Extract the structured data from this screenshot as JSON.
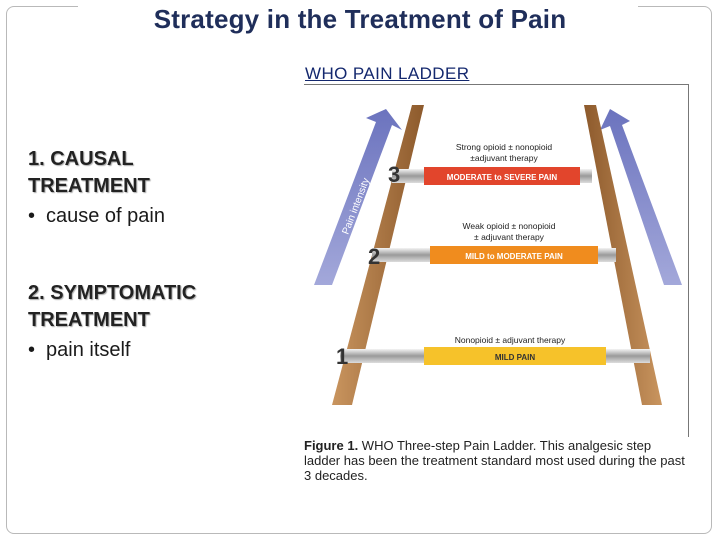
{
  "slide": {
    "title": "Strategy in the Treatment of Pain",
    "ladder_heading": "WHO PAIN LADDER"
  },
  "left": {
    "section1": {
      "title_line1": "1. CAUSAL",
      "title_line2": "TREATMENT",
      "bullet": "•",
      "item": "cause of pain"
    },
    "section2": {
      "title_line1": "2. SYMPTOMATIC",
      "title_line2": "TREATMENT",
      "bullet": "•",
      "item": "pain itself"
    }
  },
  "figure": {
    "arrow_label": "Pain intensity",
    "steps": [
      {
        "number": "3",
        "bar_label": "MODERATE to SEVERE PAIN",
        "therapy_line1": "Strong opioid ± nonopioid",
        "therapy_line2": "±adjuvant therapy",
        "color": "#e2452c"
      },
      {
        "number": "2",
        "bar_label": "MILD to MODERATE PAIN",
        "therapy_line1": "Weak opioid ± nonopioid",
        "therapy_line2": "± adjuvant therapy",
        "color": "#f08c1e"
      },
      {
        "number": "1",
        "bar_label": "MILD PAIN",
        "therapy_line1": "Nonopioid ± adjuvant therapy",
        "therapy_line2": "",
        "color": "#f6c22a"
      }
    ],
    "caption_bold": "Figure 1.",
    "caption_text": " WHO Three-step Pain Ladder. This analgesic step ladder has been the treatment standard most used during the past 3 decades.",
    "colors": {
      "rail": "#b07a46",
      "arrow": "#7b82c4"
    }
  }
}
